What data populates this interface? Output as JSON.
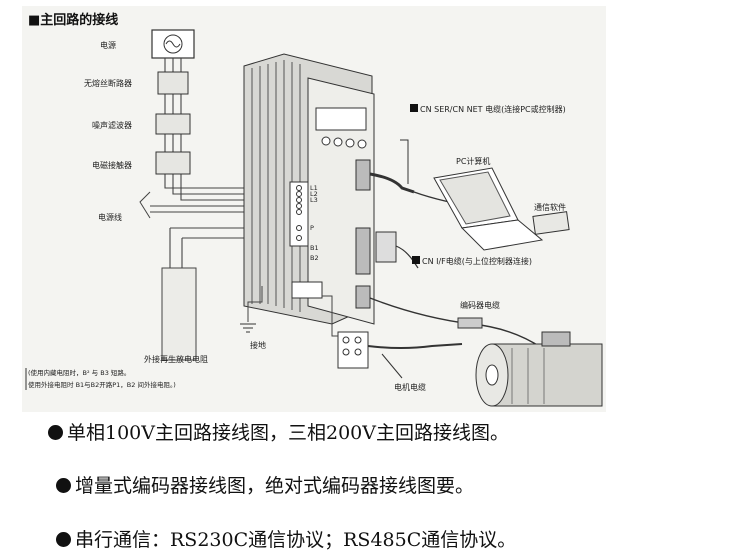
{
  "figure": {
    "title": "■主回路的接线",
    "labels": {
      "power": "电源",
      "breaker": "无熔丝断路器",
      "noise_filter": "噪声滤波器",
      "contactor": "电磁接触器",
      "power_line": "电源线",
      "cn_ser": "CN SER/CN NET 电缆(连接PC或控制器)",
      "pc": "PC计算机",
      "software": "通信软件",
      "cn_if": "CN I/F电缆(与上位控制器连接)",
      "encoder_cable": "编码器电缆",
      "regen_resistor": "外接再生放电电阻",
      "ground": "接地",
      "motor_cable": "电机电缆"
    },
    "note_line1": "(使用内藏电阻时，B² 与 B3 短路。",
    "note_line2": "使用外接电阻时 B1与B2开路P1，B2 间外接电阻。)",
    "terminals": [
      "L1",
      "L2",
      "L3",
      "P",
      "B1",
      "B2"
    ]
  },
  "bullets": [
    "单相100V主回路接线图，三相200V主回路接线图。",
    "增量式编码器接线图，绝对式编码器接线图要。",
    "串行通信：RS230C通信协议；RS485C通信协议。"
  ]
}
